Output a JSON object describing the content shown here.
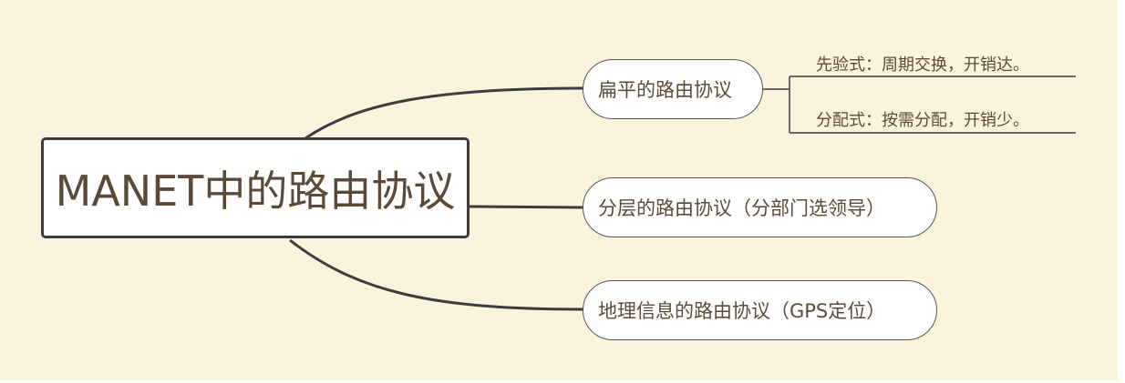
{
  "central_topic": "MANET中的路由协议",
  "branches": [
    {
      "label": "扁平的路由协议",
      "children": [
        "先验式：周期交换，开销达。",
        "分配式：按需分配，开销少。"
      ]
    },
    {
      "label": "分层的路由协议（分部门选领导）"
    },
    {
      "label": "地理信息的路由协议（GPS定位）"
    }
  ],
  "colors": {
    "background": "#fbf4dd",
    "text": "#5b4a38",
    "connector": "#3d3d3d",
    "node_fill": "#ffffff"
  }
}
